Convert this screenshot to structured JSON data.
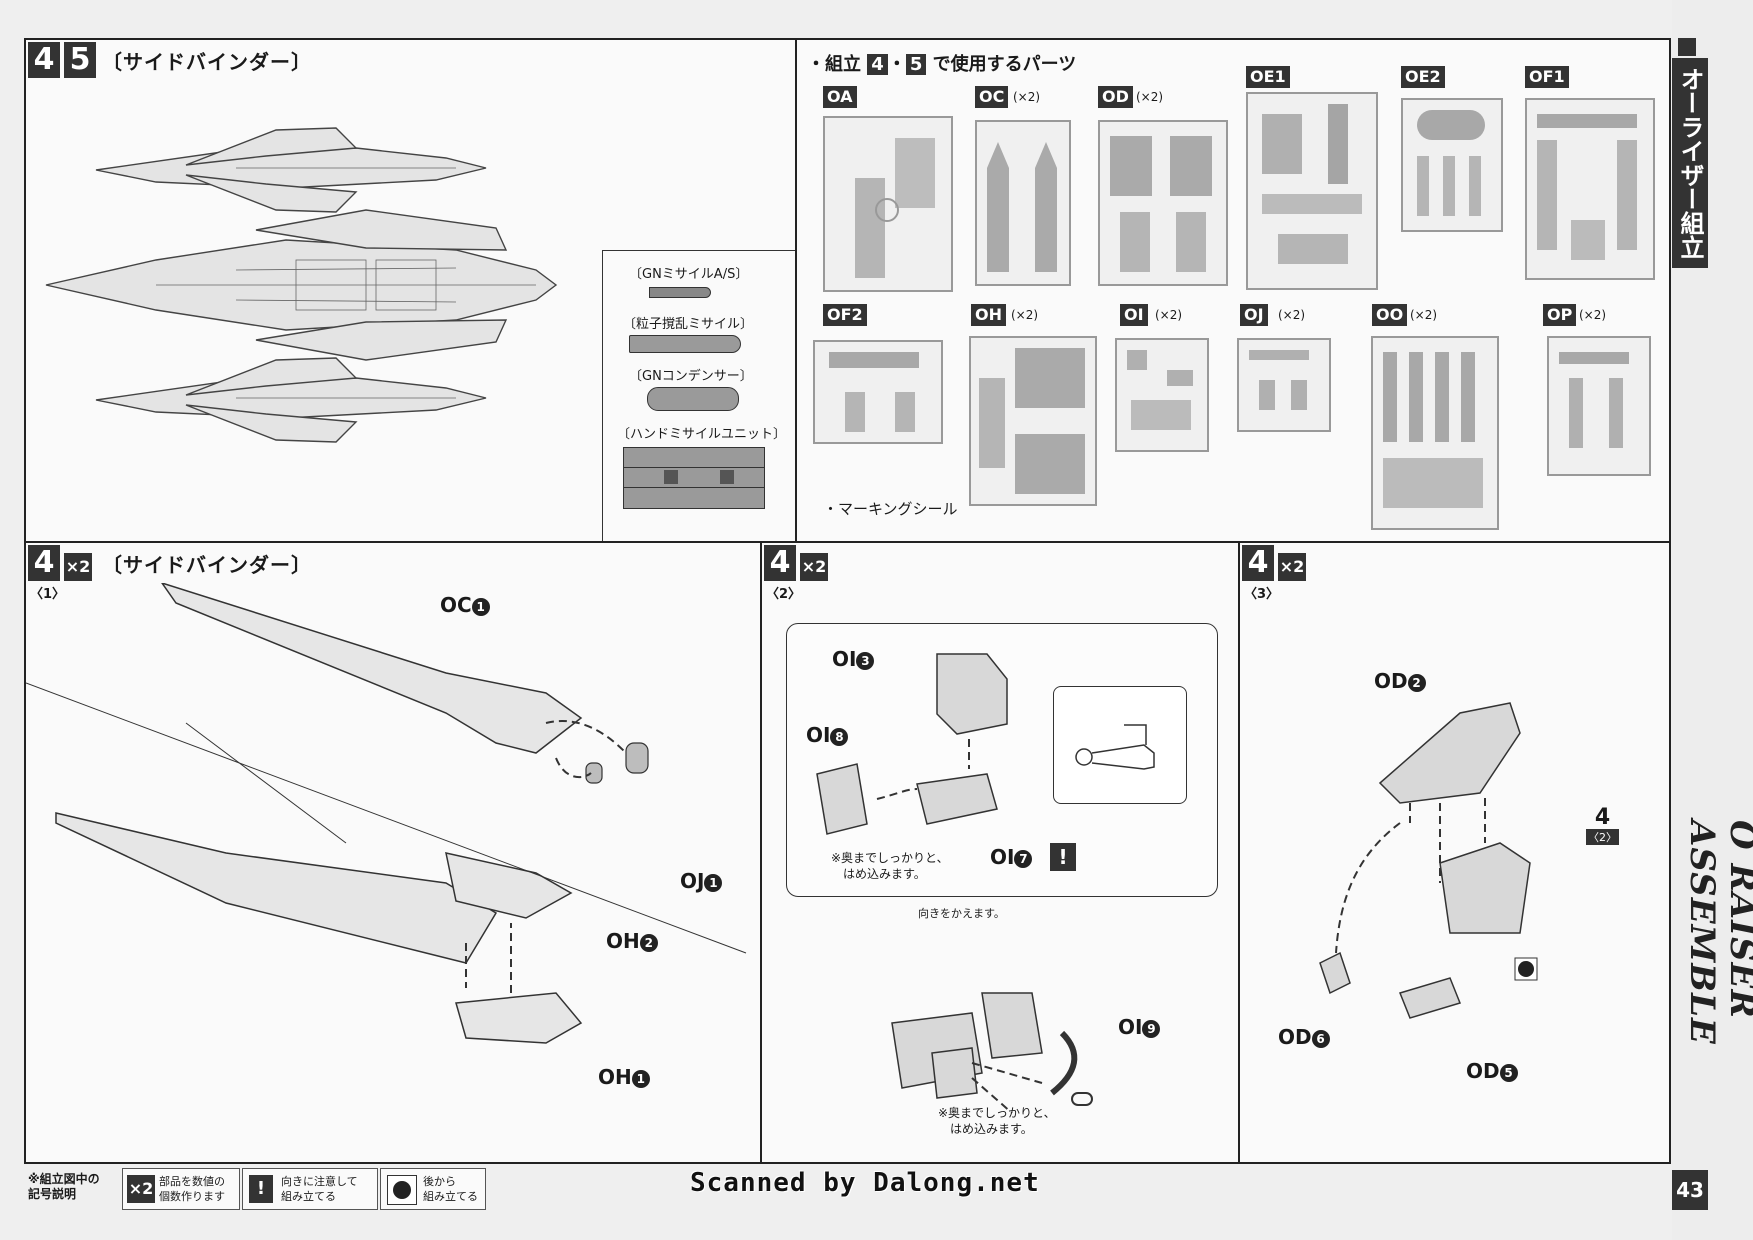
{
  "section_45": {
    "step_digits": [
      "4",
      "5"
    ],
    "title": "〔サイドバインダー〕",
    "missiles": [
      "〔GNミサイルA/S〕",
      "〔粒子撹乱ミサイル〕",
      "〔GNコンデンサー〕",
      "〔ハンドミサイルユニット〕"
    ]
  },
  "parts": {
    "header_prefix": "・組立",
    "header_step_a": "4",
    "header_dot": "・",
    "header_step_b": "5",
    "header_suffix": "で使用するパーツ",
    "runners_row1": [
      {
        "name": "OA",
        "qty": ""
      },
      {
        "name": "OC",
        "qty": "(×2)"
      },
      {
        "name": "OD",
        "qty": "(×2)"
      },
      {
        "name": "OE1",
        "qty": ""
      },
      {
        "name": "OE2",
        "qty": ""
      },
      {
        "name": "OF1",
        "qty": ""
      }
    ],
    "runners_row2": [
      {
        "name": "OF2",
        "qty": ""
      },
      {
        "name": "OH",
        "qty": "(×2)"
      },
      {
        "name": "OI",
        "qty": "(×2)"
      },
      {
        "name": "OJ",
        "qty": "(×2)"
      },
      {
        "name": "OO",
        "qty": "(×2)"
      },
      {
        "name": "OP",
        "qty": "(×2)"
      }
    ],
    "marking_seal": "・マーキングシール"
  },
  "step4_1": {
    "digit": "4",
    "x2": "×2",
    "sub": "〈1〉",
    "title": "〔サイドバインダー〕",
    "labels": {
      "oc1": "OC",
      "oj1": "OJ",
      "oh2": "OH",
      "oh1": "OH"
    },
    "nums": {
      "oc1": "1",
      "oj1": "1",
      "oh2": "2",
      "oh1": "1"
    }
  },
  "step4_2": {
    "digit": "4",
    "x2": "×2",
    "sub": "〈2〉",
    "labels": {
      "oi3": "OI",
      "oi8": "OI",
      "oi7": "OI",
      "oi9": "OI"
    },
    "nums": {
      "oi3": "3",
      "oi8": "8",
      "oi7": "7",
      "oi9": "9"
    },
    "note1_l1": "※奥までしっかりと、",
    "note1_l2": "はめ込みます。",
    "turn_note": "向きをかえます。",
    "note2_l1": "※奥までしっかりと、",
    "note2_l2": "はめ込みます。",
    "warn": "!"
  },
  "step4_3": {
    "digit": "4",
    "x2": "×2",
    "sub": "〈3〉",
    "labels": {
      "od2": "OD",
      "od6": "OD",
      "od5": "OD"
    },
    "nums": {
      "od2": "2",
      "od6": "6",
      "od5": "5"
    },
    "ref_digit": "4",
    "ref_sub": "〈2〉"
  },
  "sidebar": {
    "jp_title": "オーライザー組立",
    "en_title": "O RAISER ASSEMBLE",
    "page_number": "43"
  },
  "legend": {
    "heading_l1": "※組立図中の",
    "heading_l2": "記号説明",
    "x2_icon": "×2",
    "x2_l1": "部品を数値の",
    "x2_l2": "個数作ります",
    "warn_icon": "!",
    "warn_l1": "向きに注意して",
    "warn_l2": "組み立てる",
    "back_l1": "後から",
    "back_l2": "組み立てる"
  },
  "scan_credit": "Scanned by Dalong.net"
}
